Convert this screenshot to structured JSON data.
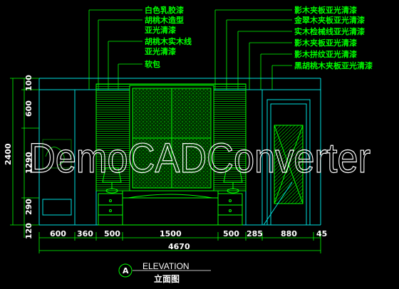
{
  "colors": {
    "background": "#000000",
    "lines": "#00ff00",
    "walls": "#00e0e0",
    "text": "#ffffff",
    "hatch": "#00b000"
  },
  "annotations_left": [
    "白色乳胶漆",
    "胡桃木造型",
    "亚光清漆",
    "胡桃木实木线",
    "亚光清漆",
    "软包"
  ],
  "annotations_right": [
    "影木夹板亚光清漆",
    "金翠木夹板亚光清漆",
    "实木检械线亚光清漆",
    "影木夹板亚光清漆",
    "影木拼纹亚光清漆",
    "黑胡桃木夹板亚光清漆"
  ],
  "dims_bottom": [
    "600",
    "360",
    "500",
    "1500",
    "500",
    "285",
    "880",
    "45"
  ],
  "dim_total": "4670",
  "dims_left": [
    "100",
    "600",
    "1290",
    "290",
    "120"
  ],
  "dim_height_total": "2400",
  "watermark": "DemoCADConverter",
  "title": {
    "marker": "A",
    "english": "ELEVATION",
    "chinese": "立面图"
  }
}
